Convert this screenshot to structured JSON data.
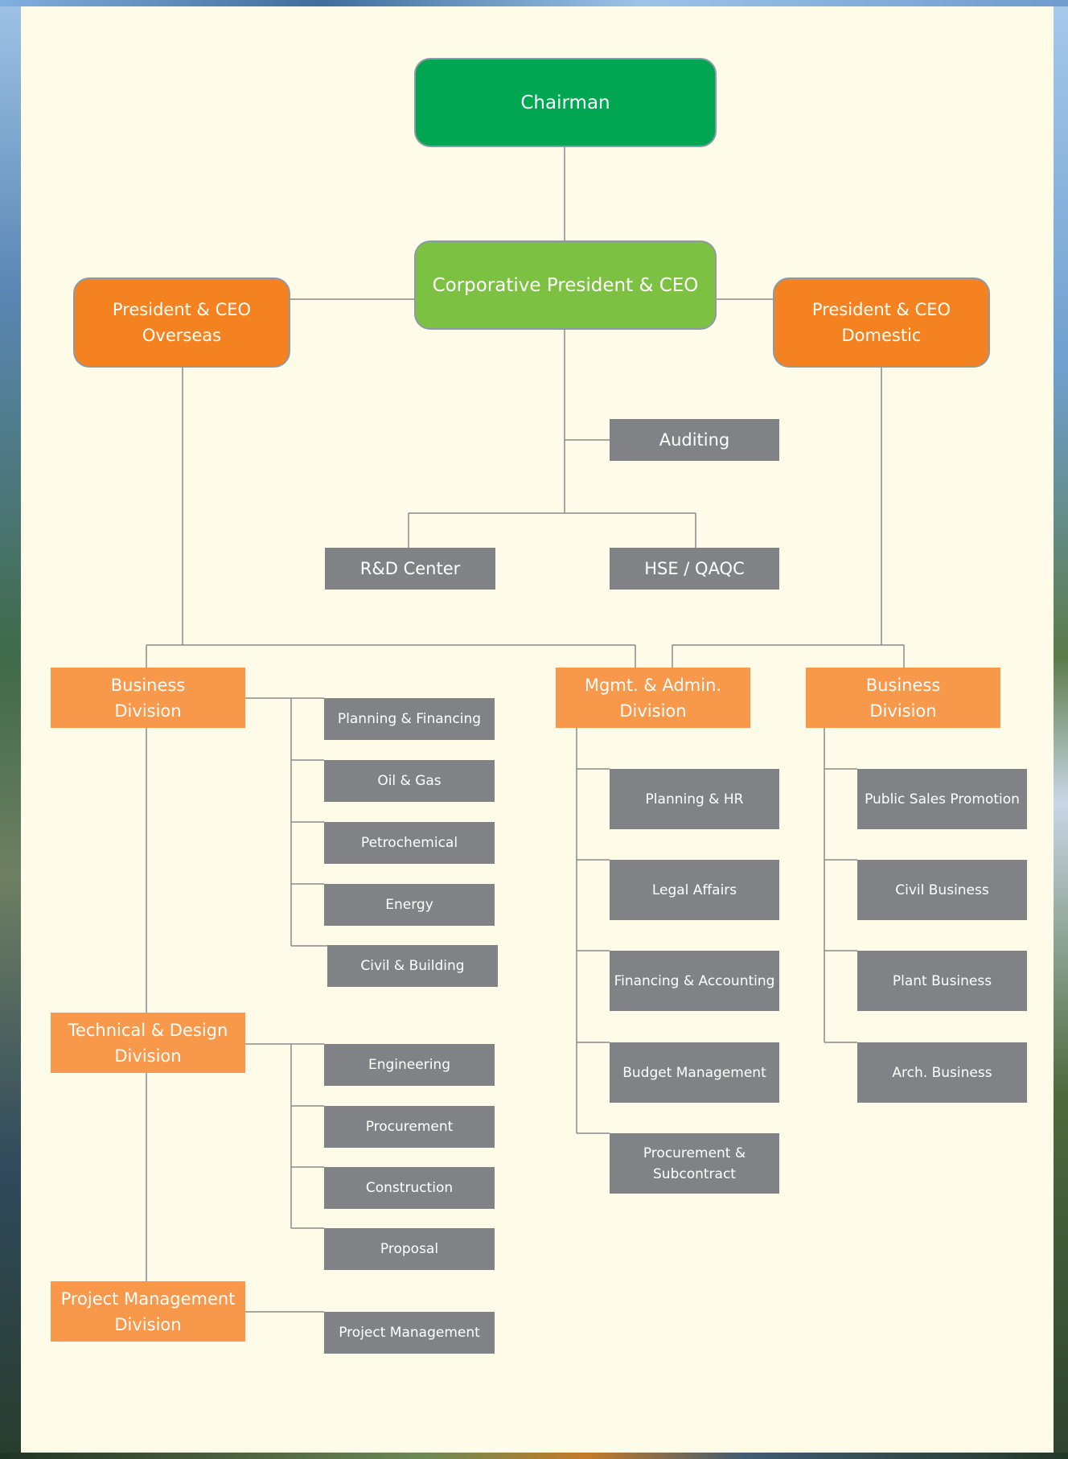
{
  "chart": {
    "chairman": "Chairman",
    "corporate_ceo": "Corporative President & CEO",
    "ceo_overseas": "President & CEO\nOverseas",
    "ceo_domestic": "President & CEO\nDomestic",
    "staff": {
      "auditing": "Auditing",
      "rnd": "R&D Center",
      "hse": "HSE / QAQC"
    },
    "overseas_business_division": {
      "title": "Business\nDivision",
      "units": [
        "Planning & Financing",
        "Oil & Gas",
        "Petrochemical",
        "Energy",
        "Civil & Building"
      ]
    },
    "technical_design_division": {
      "title": "Technical & Design\nDivision",
      "units": [
        "Engineering",
        "Procurement",
        "Construction",
        "Proposal"
      ]
    },
    "project_management_division": {
      "title": "Project Management\nDivision",
      "units": [
        "Project Management"
      ]
    },
    "mgmt_admin_division": {
      "title": "Mgmt. & Admin.\nDivision",
      "units": [
        "Planning & HR",
        "Legal Affairs",
        "Financing & Accounting",
        "Budget Management",
        "Procurement &\nSubcontract"
      ]
    },
    "domestic_business_division": {
      "title": "Business\nDivision",
      "units": [
        "Public Sales Promotion",
        "Civil Business",
        "Plant Business",
        "Arch. Business"
      ]
    }
  },
  "colors": {
    "chairman": "#00a651",
    "corporate_ceo": "#7dc142",
    "president": "#f58220",
    "division": "#f7984a",
    "unit": "#808285",
    "background": "#fefce9",
    "connector": "#8a8a8a"
  }
}
